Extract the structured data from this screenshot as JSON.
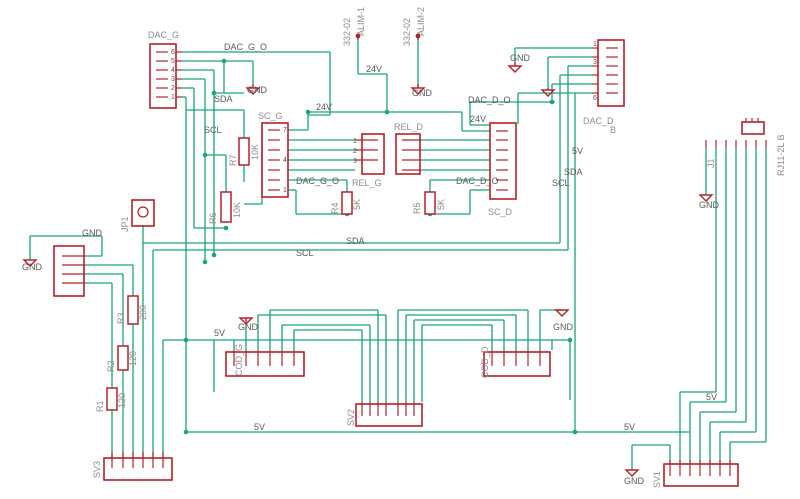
{
  "components": {
    "dac_g": "DAC_G",
    "dac_d": "DAC_D",
    "dac_d_suffix": "B",
    "sc_g": "SC_G",
    "sc_d": "SC_D",
    "rel_g": "REL_G",
    "rel_d": "REL_D",
    "cod_g": "COD_G",
    "cod_d": "COD_D",
    "sv1": "SV1",
    "sv2": "SV2",
    "sv3": "SV3",
    "jp1": "JP1",
    "j1": "J1",
    "rj11": "RJ11-2L B",
    "alim1_value": "332-02",
    "alim1_name": "ALIM-1",
    "alim2_value": "332-02",
    "alim2_name": "ALIM-2"
  },
  "resistors": {
    "r7": "R7",
    "r7_val": "10K",
    "r6": "R6",
    "r6_val": "10K",
    "r4": "R4",
    "r4_val": "5K",
    "r5": "R5",
    "r5_val": "5K",
    "r3": "R3",
    "r3_val": "200",
    "r2": "R2",
    "r2_val": "120",
    "r1": "R1",
    "r1_val": "120"
  },
  "nets": {
    "dac_g_o": "DAC_G_O",
    "dac_d_o": "DAC_D_O",
    "dac_g_o2": "DAC_G_O",
    "dac_d_o2": "DAC_D_O",
    "v24": "24V",
    "v24b": "24V",
    "v24c": "24V",
    "sda1": "SDA",
    "scl1": "SCL",
    "sda2": "SDA",
    "scl2": "SCL",
    "sda3": "SDA",
    "scl3": "SCL",
    "v5a": "5V",
    "v5b": "5V",
    "v5c": "5V",
    "v5d": "5V",
    "v5e": "5V"
  },
  "gnd_label": "GND",
  "pin_numbers": {
    "p1": "1",
    "p2": "2",
    "p3": "3",
    "p4": "4",
    "p5": "5",
    "p6": "6",
    "p7": "7"
  },
  "colors": {
    "wire": "#1aa67a",
    "part": "#b8202a",
    "label": "#8c8c8c"
  }
}
